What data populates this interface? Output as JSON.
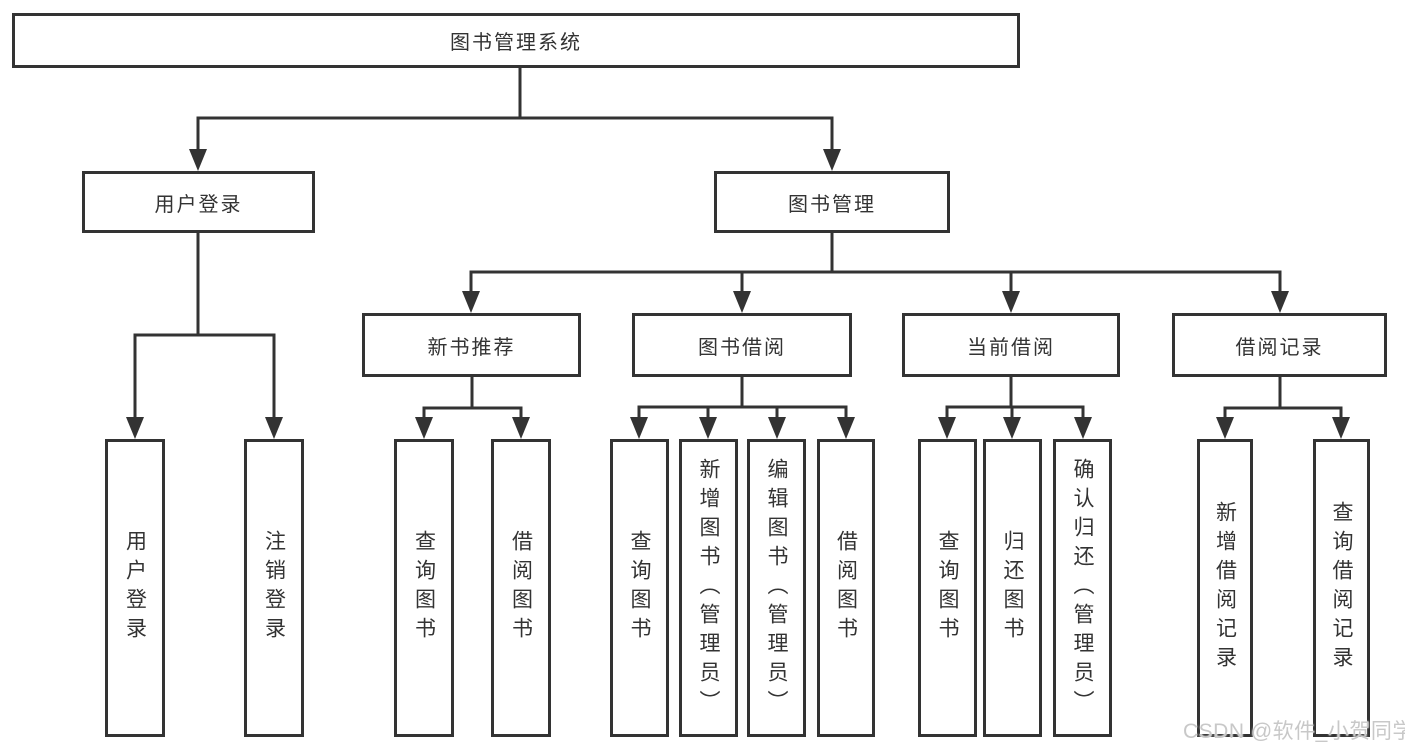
{
  "diagram": {
    "type": "hierarchy-tree",
    "colors": {
      "line": "#333333",
      "box_border": "#333333",
      "box_fill": "#ffffff",
      "text": "#333333",
      "background": "#ffffff",
      "watermark_text": "#c3c3c3"
    },
    "watermark": {
      "text": "CSDN @软件_小贺同学"
    },
    "tree": {
      "label": "图书管理系统",
      "children": [
        {
          "label": "用户登录",
          "children": [
            {
              "label": "用户登录"
            },
            {
              "label": "注销登录"
            }
          ]
        },
        {
          "label": "图书管理",
          "children": [
            {
              "label": "新书推荐",
              "children": [
                {
                  "label": "查询图书"
                },
                {
                  "label": "借阅图书"
                }
              ]
            },
            {
              "label": "图书借阅",
              "children": [
                {
                  "label": "查询图书"
                },
                {
                  "label": "新增图书（管理员）"
                },
                {
                  "label": "编辑图书（管理员）"
                },
                {
                  "label": "借阅图书"
                }
              ]
            },
            {
              "label": "当前借阅",
              "children": [
                {
                  "label": "查询图书"
                },
                {
                  "label": "归还图书"
                },
                {
                  "label": "确认归还（管理员）"
                }
              ]
            },
            {
              "label": "借阅记录",
              "children": [
                {
                  "label": "新增借阅记录"
                },
                {
                  "label": "查询借阅记录"
                }
              ]
            }
          ]
        }
      ]
    }
  }
}
